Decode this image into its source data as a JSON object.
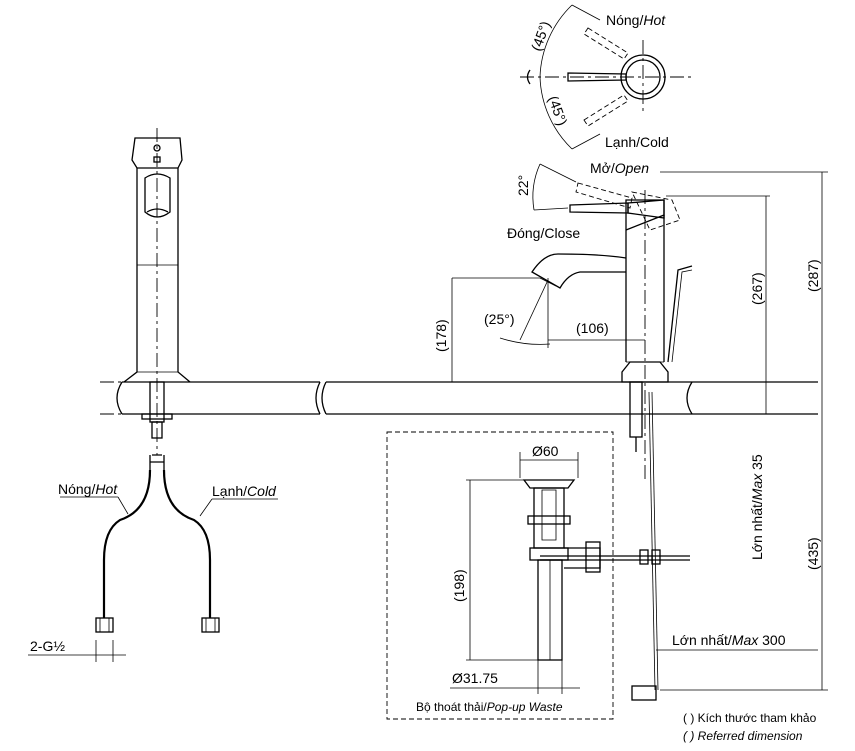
{
  "handle_top_view": {
    "angle_top": "(45°)",
    "angle_bottom": "(45°)",
    "hot": {
      "vi": "Nóng/",
      "en": "Hot"
    },
    "cold": "Lạnh/Cold"
  },
  "side_view": {
    "open": {
      "vi": "Mở/",
      "en": "Open"
    },
    "close": "Đóng/Close",
    "lever_angle": "22°",
    "spout_angle": "(25°)",
    "reach": "(106)",
    "spout_height": "(178)",
    "lever_height": "(267)",
    "total_height": "(287)",
    "below_deck": "(435)",
    "max_deck": {
      "vi": "Lớn nhất/",
      "en": "Max",
      "value": " 35"
    },
    "max_basin": {
      "vi": "Lớn nhất/",
      "en": "Max",
      "value": " 300"
    }
  },
  "front_view": {
    "hot": {
      "vi": "Nóng/",
      "en": "Hot"
    },
    "cold": {
      "vi": "Lạnh/",
      "en": "Cold"
    },
    "thread": "2-G½"
  },
  "waste": {
    "top_dia": "Ø60",
    "height": "(198)",
    "bottom_dia": "Ø31.75",
    "label": {
      "vi": "Bộ thoát thải/",
      "en": "Pop-up Waste"
    }
  },
  "note": {
    "line1": "( ) Kích thước tham khảo",
    "line2": "( ) Referred dimension"
  }
}
